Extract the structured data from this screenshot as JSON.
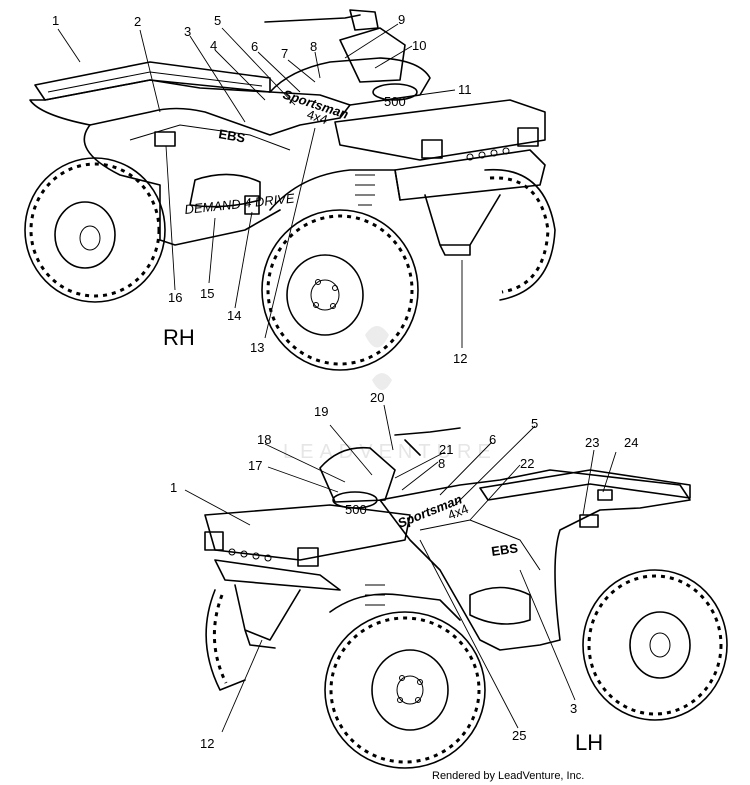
{
  "diagram": {
    "views": [
      {
        "id": "rh",
        "label": "RH"
      },
      {
        "id": "lh",
        "label": "LH"
      }
    ],
    "callouts_rh": [
      "1",
      "2",
      "3",
      "4",
      "5",
      "6",
      "7",
      "8",
      "9",
      "10",
      "11",
      "12",
      "13",
      "14",
      "15",
      "16"
    ],
    "callouts_lh": [
      "1",
      "17",
      "18",
      "19",
      "20",
      "21",
      "8",
      "6",
      "5",
      "22",
      "23",
      "24",
      "3",
      "25",
      "12"
    ],
    "decal_text": {
      "ebs": "EBS",
      "sportsman": "Sportsman",
      "model": "500",
      "demand_drive": "DEMAND 4 DRIVE",
      "four_by_four": "4x4"
    },
    "watermark": "LEADVENTURE",
    "credit": "Rendered by LeadVenture, Inc."
  }
}
